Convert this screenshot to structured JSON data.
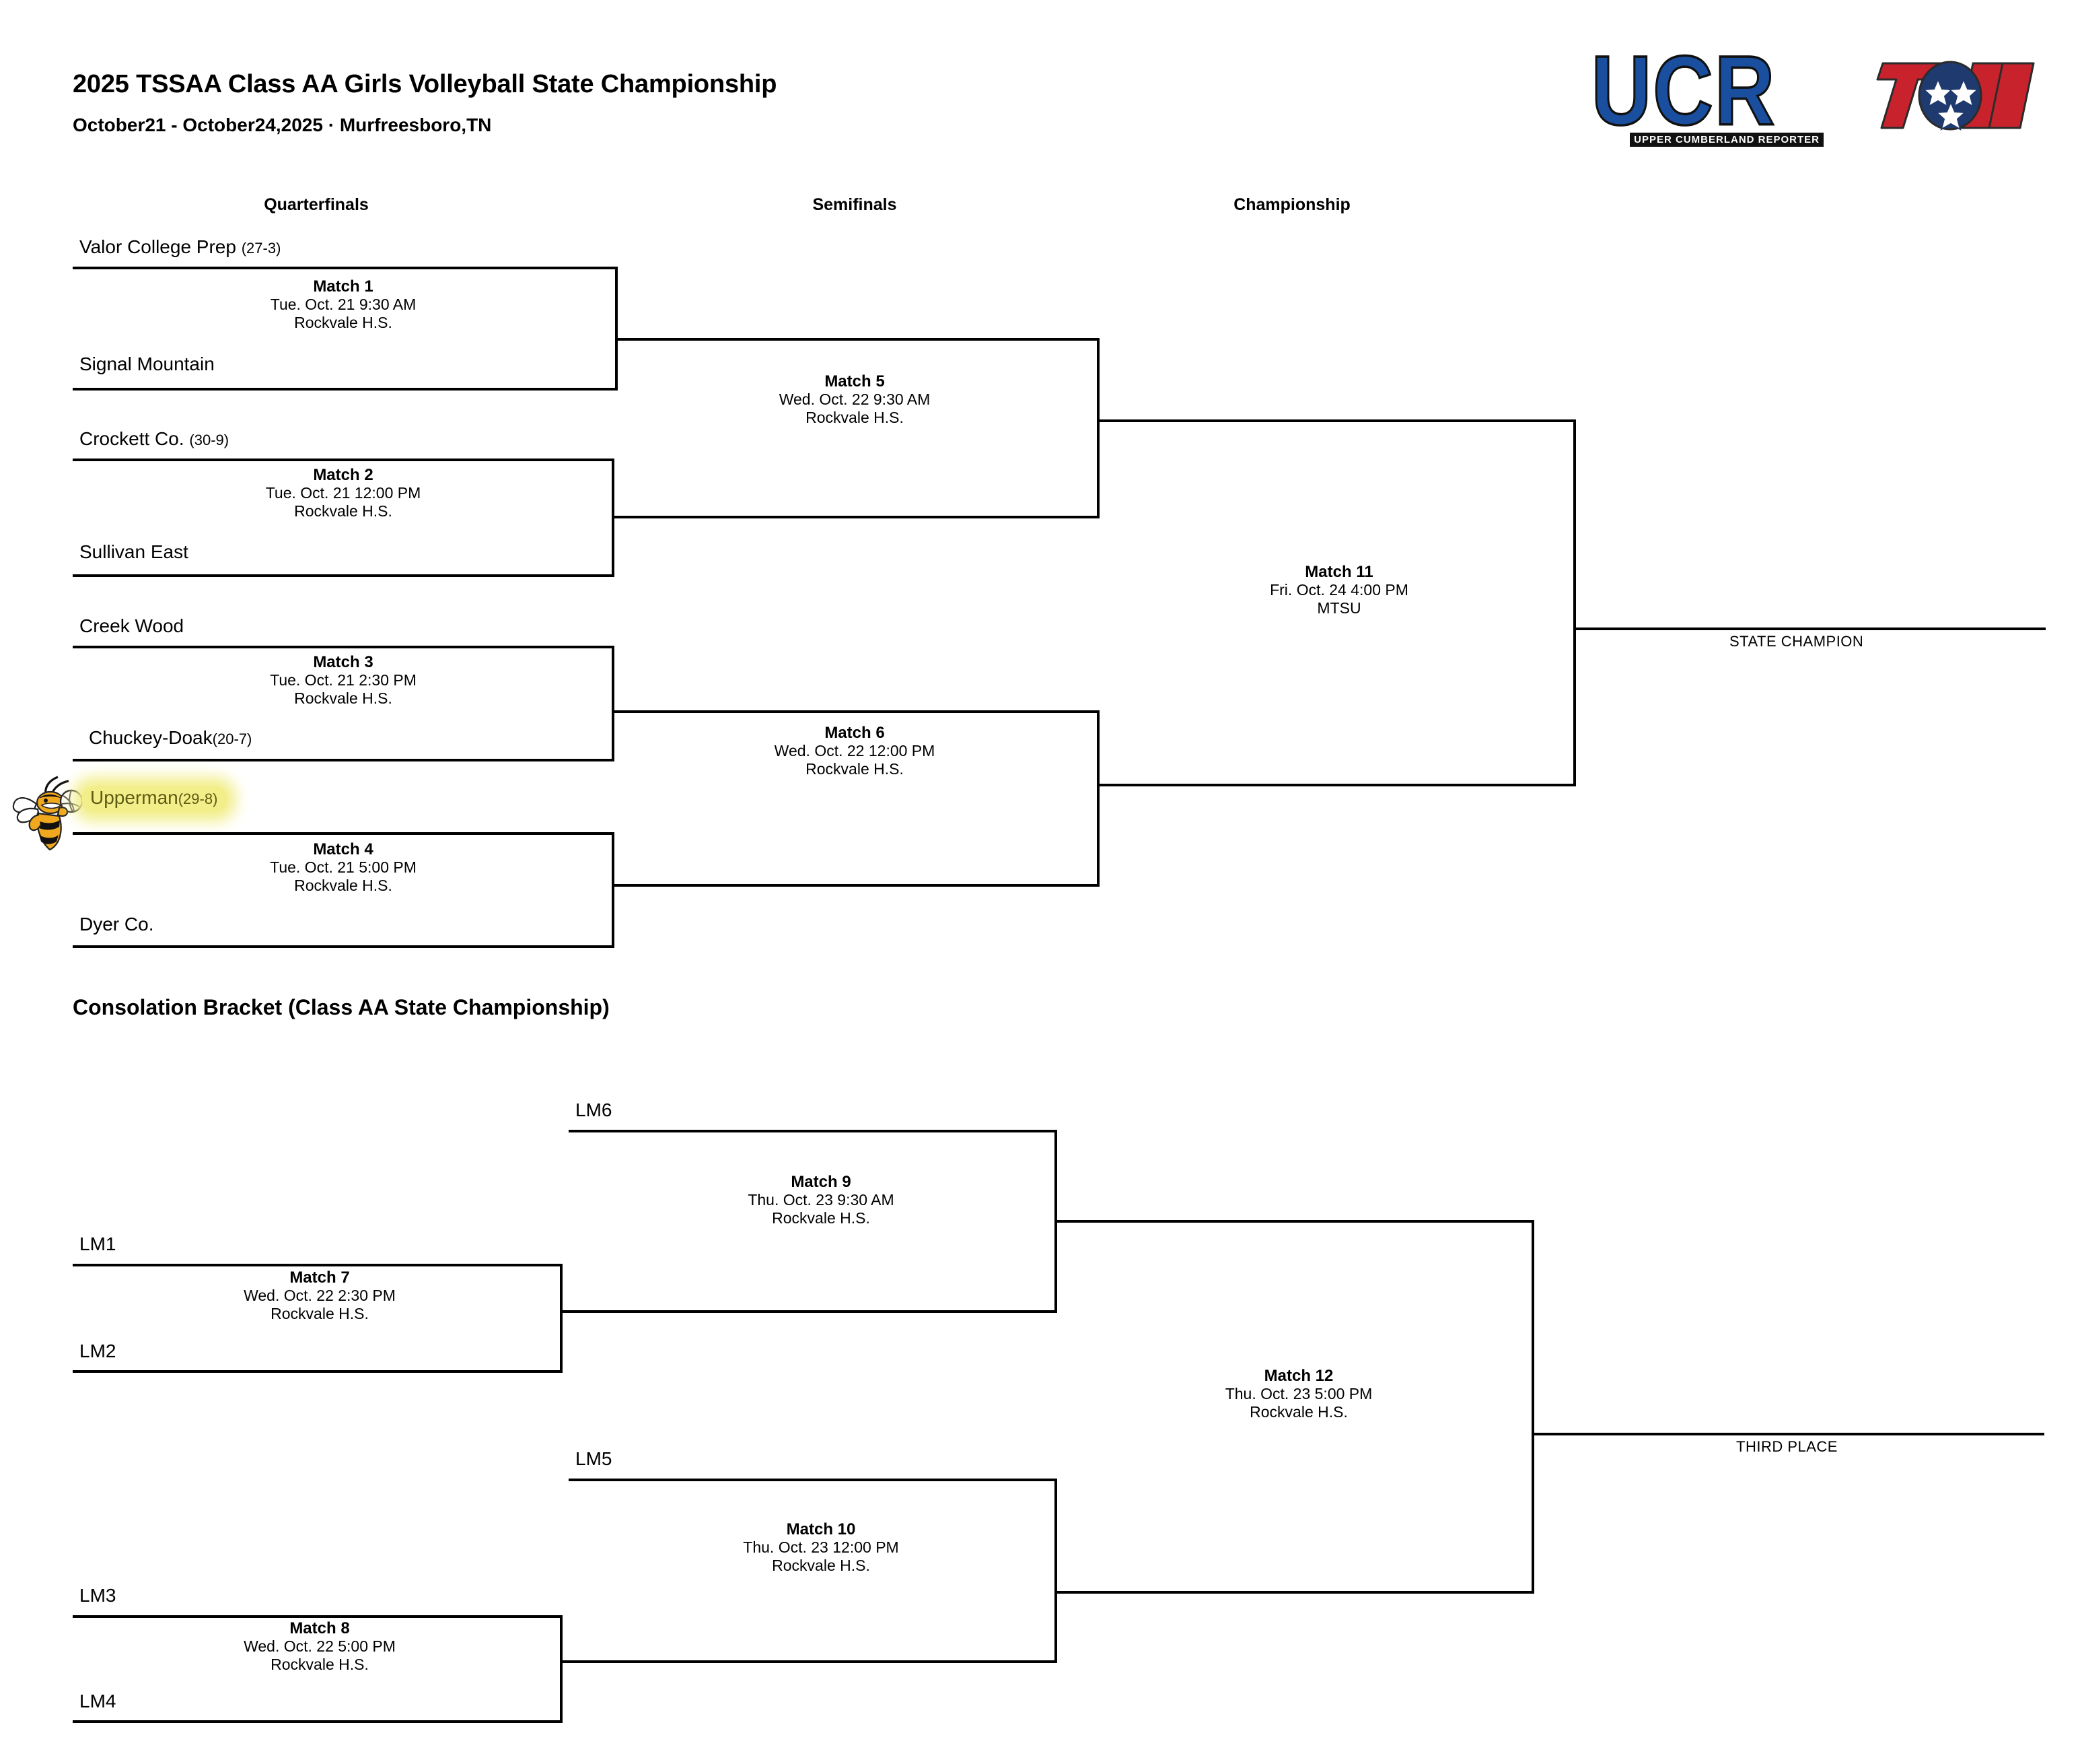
{
  "header": {
    "title": "2025 TSSAA Class AA Girls Volleyball State Championship",
    "subtitle": "October21 - October24,2025 · Murfreesboro,TN"
  },
  "logos": {
    "ucr_letters": "UCR",
    "ucr_tagline": "UPPER CUMBERLAND REPORTER",
    "tssaa_alt": "TSSAA"
  },
  "rounds": {
    "quarterfinals": "Quarterfinals",
    "semifinals": "Semifinals",
    "championship": "Championship"
  },
  "consolation_header": "Consolation Bracket (Class AA State Championship)",
  "outcomes": {
    "state_champion": "STATE CHAMPION",
    "third_place": "THIRD PLACE"
  },
  "main_bracket": {
    "teams": {
      "valor": {
        "name": "Valor College Prep",
        "record": "(27-3)"
      },
      "signal": {
        "name": "Signal Mountain",
        "record": ""
      },
      "crockett": {
        "name": "Crockett Co.",
        "record": "(30-9)"
      },
      "sullivan": {
        "name": "Sullivan East",
        "record": ""
      },
      "creekwood": {
        "name": "Creek Wood",
        "record": ""
      },
      "chuckey": {
        "name": "Chuckey-Doak",
        "record": "(20-7)"
      },
      "upperman": {
        "name": "Upperman",
        "record": "(29-8)",
        "highlighted": true
      },
      "dyer": {
        "name": "Dyer Co.",
        "record": ""
      }
    },
    "matches": [
      {
        "id": "m1",
        "name": "Match 1",
        "datetime": "Tue. Oct. 21 9:30 AM",
        "venue": "Rockvale H.S."
      },
      {
        "id": "m2",
        "name": "Match 2",
        "datetime": "Tue. Oct. 21 12:00 PM",
        "venue": "Rockvale H.S."
      },
      {
        "id": "m3",
        "name": "Match 3",
        "datetime": "Tue. Oct. 21 2:30 PM",
        "venue": "Rockvale H.S."
      },
      {
        "id": "m4",
        "name": "Match 4",
        "datetime": "Tue. Oct. 21 5:00 PM",
        "venue": "Rockvale H.S."
      },
      {
        "id": "m5",
        "name": "Match 5",
        "datetime": "Wed. Oct. 22 9:30 AM",
        "venue": "Rockvale H.S."
      },
      {
        "id": "m6",
        "name": "Match 6",
        "datetime": "Wed. Oct. 22 12:00 PM",
        "venue": "Rockvale H.S."
      },
      {
        "id": "m11",
        "name": "Match 11",
        "datetime": "Fri. Oct. 24 4:00 PM",
        "venue": "MTSU"
      }
    ]
  },
  "consolation_bracket": {
    "seeds": {
      "lm1": "LM1",
      "lm2": "LM2",
      "lm3": "LM3",
      "lm4": "LM4",
      "lm5": "LM5",
      "lm6": "LM6"
    },
    "matches": [
      {
        "id": "m7",
        "name": "Match 7",
        "datetime": "Wed. Oct. 22 2:30 PM",
        "venue": "Rockvale H.S."
      },
      {
        "id": "m8",
        "name": "Match 8",
        "datetime": "Wed. Oct. 22 5:00 PM",
        "venue": "Rockvale H.S."
      },
      {
        "id": "m9",
        "name": "Match 9",
        "datetime": "Thu. Oct. 23 9:30 AM",
        "venue": "Rockvale H.S."
      },
      {
        "id": "m10",
        "name": "Match 10",
        "datetime": "Thu. Oct. 23 12:00 PM",
        "venue": "Rockvale H.S."
      },
      {
        "id": "m12",
        "name": "Match 12",
        "datetime": "Thu. Oct. 23 5:00 PM",
        "venue": "Rockvale H.S."
      }
    ]
  },
  "colors": {
    "line": "#000000",
    "highlight_bg": "#f2ee8a",
    "highlight_text": "#5d5a12",
    "ucr_blue": "#1a4fa0",
    "tssaa_red": "#c8232c",
    "tssaa_navy": "#1f3a6e",
    "mascot_gold": "#f0a81e"
  }
}
